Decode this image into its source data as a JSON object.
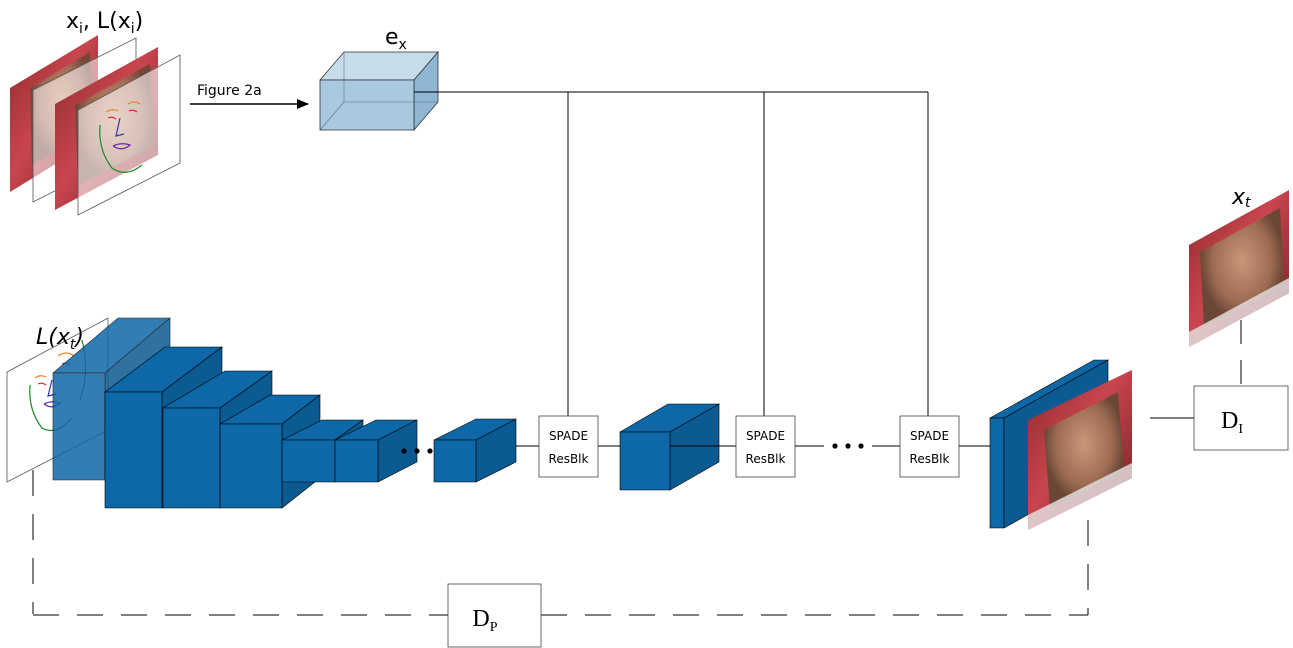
{
  "labels": {
    "input_top": "x",
    "input_top_sub": "i",
    "input_top_mid": ", L(x",
    "input_top_sub2": "i",
    "input_top_end": ")",
    "arrow_label": "Figure 2a",
    "embedding": "e",
    "embedding_sub": "x",
    "landmark_label": "L(x",
    "landmark_sub": "t",
    "landmark_end": ")",
    "target_label": "x",
    "target_sub": "t",
    "d_image": "D",
    "d_image_sub": "I",
    "d_pair": "D",
    "d_pair_sub": "P"
  },
  "blocks": {
    "spade1_line1": "SPADE",
    "spade1_line2": "ResBlk",
    "spade2_line1": "SPADE",
    "spade2_line2": "ResBlk",
    "spade3_line1": "SPADE",
    "spade3_line2": "ResBlk"
  },
  "colors": {
    "block_blue": "#0e67a7",
    "embedding_blue": "#a8c9e0"
  }
}
